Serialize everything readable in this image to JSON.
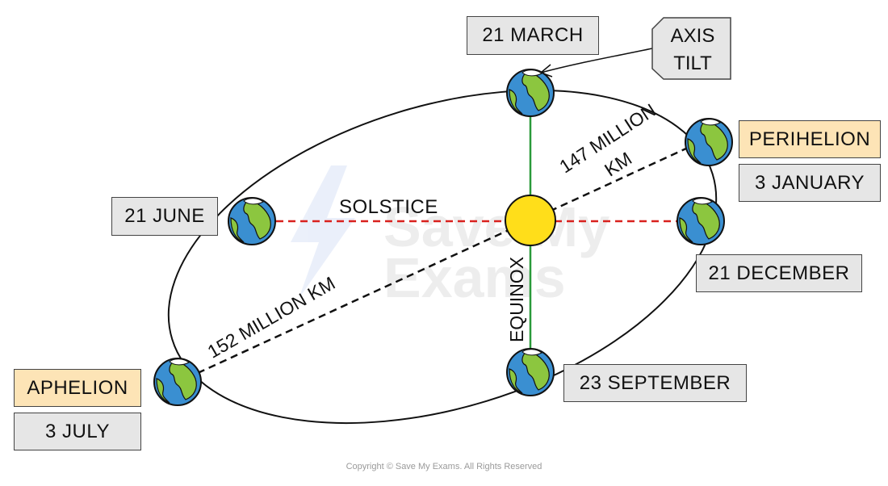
{
  "labels": {
    "march": "21 MARCH",
    "axis_tilt_line1": "AXIS",
    "axis_tilt_line2": "TILT",
    "perihelion": "PERIHELION",
    "january": "3 JANUARY",
    "june": "21 JUNE",
    "december": "21 DECEMBER",
    "aphelion": "APHELION",
    "july": "3 JULY",
    "september": "23 SEPTEMBER",
    "solstice": "SOLSTICE",
    "equinox": "EQUINOX",
    "distance_near_line1": "147 MILLION",
    "distance_near_line2": "KM",
    "distance_far": "152 MILLION KM"
  },
  "watermark": {
    "line1": "Save My",
    "line2": "Exams"
  },
  "copyright": "Copyright © Save My Exams. All Rights Reserved",
  "colors": {
    "sun": "#ffde1a",
    "ocean": "#3a8fd1",
    "land": "#8cc63f",
    "solstice_line": "#d9211e",
    "equinox_line": "#2a9a3a",
    "highlight_box": "#fde4b6",
    "plain_box": "#e6e6e6"
  }
}
